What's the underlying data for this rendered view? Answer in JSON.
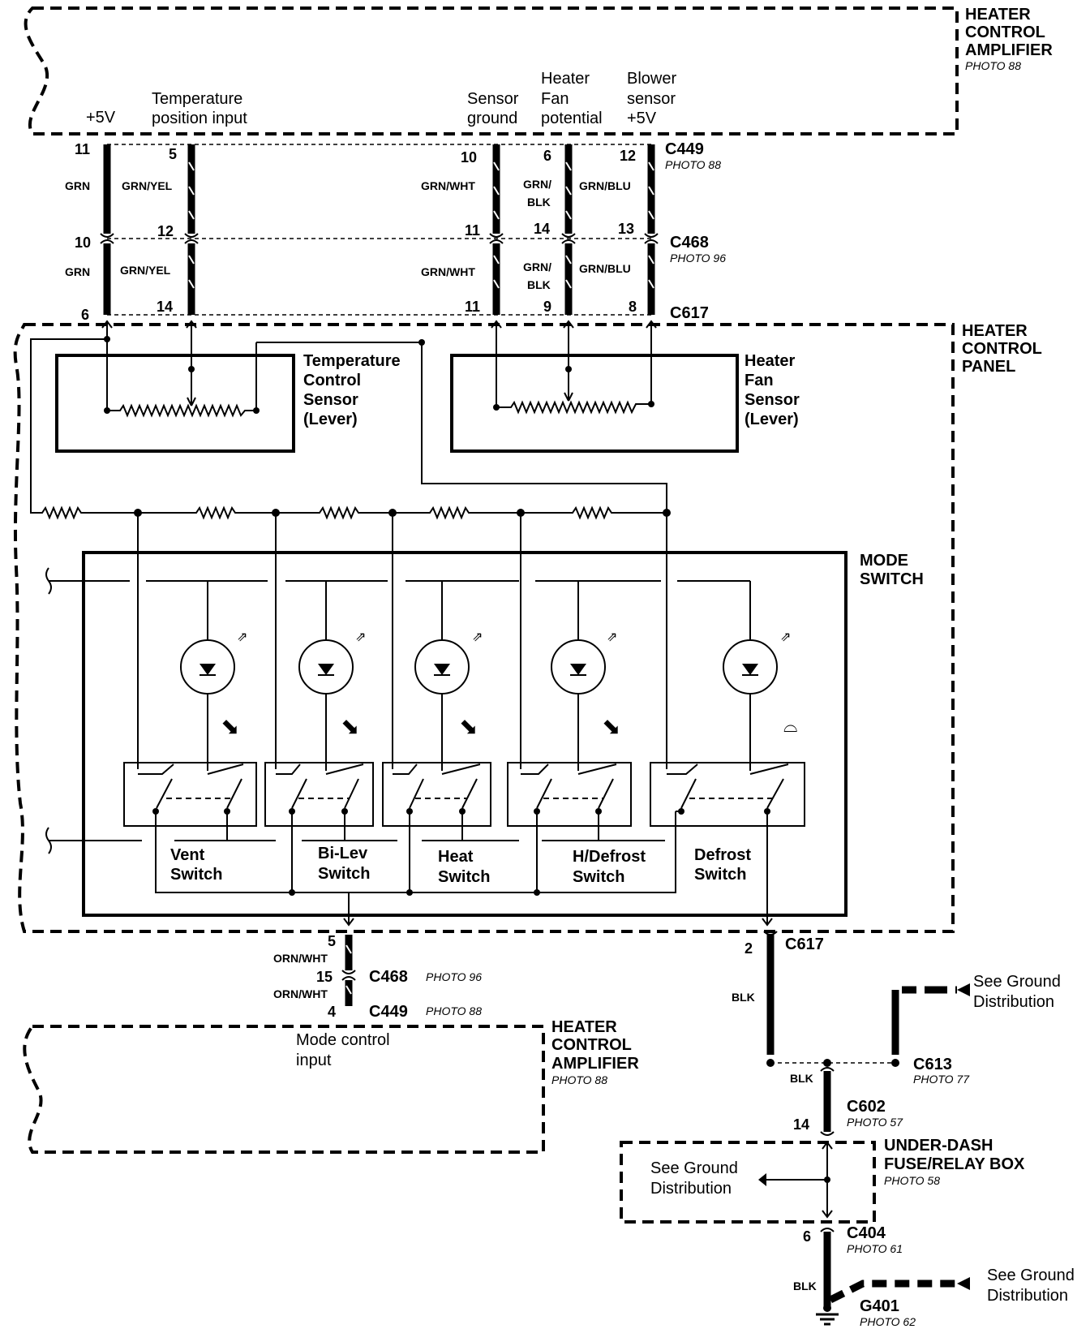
{
  "components": {
    "amp_top": {
      "lines": [
        "HEATER",
        "CONTROL",
        "AMPLIFIER"
      ],
      "photo": "PHOTO 88"
    },
    "amp_bottom": {
      "lines": [
        "HEATER",
        "CONTROL",
        "AMPLIFIER"
      ],
      "photo": "PHOTO 88"
    },
    "control_panel": {
      "lines": [
        "HEATER",
        "CONTROL",
        "PANEL"
      ]
    },
    "temp_sensor": {
      "lines": [
        "Temperature",
        "Control",
        "Sensor",
        "(Lever)"
      ]
    },
    "fan_sensor": {
      "lines": [
        "Heater",
        "Fan",
        "Sensor",
        "(Lever)"
      ]
    },
    "mode_switch": {
      "lines": [
        "MODE",
        "SWITCH"
      ]
    },
    "fuse_box": {
      "lines": [
        "UNDER-DASH",
        "FUSE/RELAY BOX"
      ],
      "photo": "PHOTO 58"
    }
  },
  "signals": {
    "plus5v": "+5V",
    "temp_pos": [
      "Temperature",
      "position input"
    ],
    "sensor_ground": [
      "Sensor",
      "ground"
    ],
    "heater_fan": [
      "Heater",
      "Fan",
      "potential"
    ],
    "blower": [
      "Blower",
      "sensor",
      "+5V"
    ],
    "mode_control": [
      "Mode control",
      "input"
    ]
  },
  "connectors": {
    "c449_top": {
      "name": "C449",
      "photo": "PHOTO 88"
    },
    "c468_top": {
      "name": "C468",
      "photo": "PHOTO 96"
    },
    "c617_top": {
      "name": "C617"
    },
    "c617_bottom": {
      "name": "C617"
    },
    "c468_bottom": {
      "name": "C468",
      "photo": "PHOTO 96"
    },
    "c449_bottom": {
      "name": "C449",
      "photo": "PHOTO 88"
    },
    "c613": {
      "name": "C613",
      "photo": "PHOTO 77"
    },
    "c602": {
      "name": "C602",
      "photo": "PHOTO 57"
    },
    "c404": {
      "name": "C404",
      "photo": "PHOTO 61"
    },
    "g401": {
      "name": "G401",
      "photo": "PHOTO 62"
    }
  },
  "wires": {
    "grn": "GRN",
    "grn_yel": "GRN/YEL",
    "grn_wht": "GRN/WHT",
    "grn_blk": [
      "GRN/",
      "BLK"
    ],
    "grn_blu": "GRN/BLU",
    "orn_wht": "ORN/WHT",
    "blk": "BLK"
  },
  "pins": {
    "c449": [
      "11",
      "5",
      "10",
      "6",
      "12"
    ],
    "c468": [
      "10",
      "12",
      "11",
      "14",
      "13"
    ],
    "c617": [
      "6",
      "14",
      "11",
      "9",
      "8"
    ],
    "c617_bottom": "2",
    "mode_c617": "5",
    "mode_c468": "15",
    "mode_c449": "4",
    "c602": "14",
    "c404": "6"
  },
  "switches": [
    {
      "lines": [
        "Vent",
        "Switch"
      ]
    },
    {
      "lines": [
        "Bi-Lev",
        "Switch"
      ]
    },
    {
      "lines": [
        "Heat",
        "Switch"
      ]
    },
    {
      "lines": [
        "H/Defrost",
        "Switch"
      ]
    },
    {
      "lines": [
        "Defrost",
        "Switch"
      ]
    }
  ],
  "ground_refs": {
    "gd1": [
      "See Ground",
      "Distribution"
    ],
    "gd2": [
      "See Ground",
      "Distribution"
    ],
    "gd3": [
      "See Ground",
      "Distribution"
    ]
  }
}
